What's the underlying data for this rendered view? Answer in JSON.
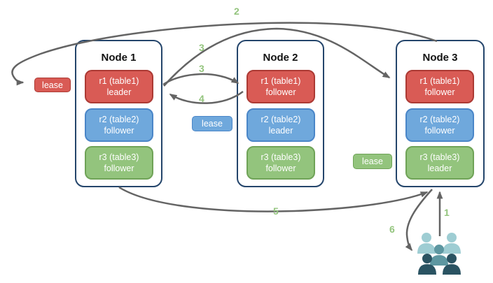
{
  "diagram": {
    "title": "cluster-lease-diagram",
    "nodes": [
      {
        "title": "Node 1",
        "replicas": [
          {
            "line1": "r1 (table1)",
            "line2": "leader",
            "color": "red"
          },
          {
            "line1": "r2 (table2)",
            "line2": "follower",
            "color": "blue"
          },
          {
            "line1": "r3 (table3)",
            "line2": "follower",
            "color": "green"
          }
        ]
      },
      {
        "title": "Node 2",
        "replicas": [
          {
            "line1": "r1 (table1)",
            "line2": "follower",
            "color": "red"
          },
          {
            "line1": "r2 (table2)",
            "line2": "leader",
            "color": "blue"
          },
          {
            "line1": "r3 (table3)",
            "line2": "follower",
            "color": "green"
          }
        ]
      },
      {
        "title": "Node 3",
        "replicas": [
          {
            "line1": "r1 (table1)",
            "line2": "follower",
            "color": "red"
          },
          {
            "line1": "r2 (table2)",
            "line2": "follower",
            "color": "blue"
          },
          {
            "line1": "r3 (table3)",
            "line2": "leader",
            "color": "green"
          }
        ]
      }
    ],
    "leases": [
      {
        "label": "lease",
        "color": "red"
      },
      {
        "label": "lease",
        "color": "blue"
      },
      {
        "label": "lease",
        "color": "green"
      }
    ],
    "arrow_labels": [
      {
        "text": "2"
      },
      {
        "text": "3"
      },
      {
        "text": "3"
      },
      {
        "text": "4"
      },
      {
        "text": "5"
      },
      {
        "text": "6"
      },
      {
        "text": "1"
      }
    ],
    "icons": [
      {
        "name": "clients-people-icon"
      }
    ],
    "colors": {
      "red_fill": "#D95B55",
      "red_border": "#AC3A34",
      "blue_fill": "#6FA8DC",
      "blue_border": "#4A86C8",
      "green_fill": "#93C47D",
      "green_border": "#6FA357",
      "node_border": "#24456B",
      "arrow": "#646464",
      "number_label": "#93C47D",
      "people_light": "#9ECDD3",
      "people_mid": "#5D97A1",
      "people_dark": "#2A5362"
    }
  }
}
